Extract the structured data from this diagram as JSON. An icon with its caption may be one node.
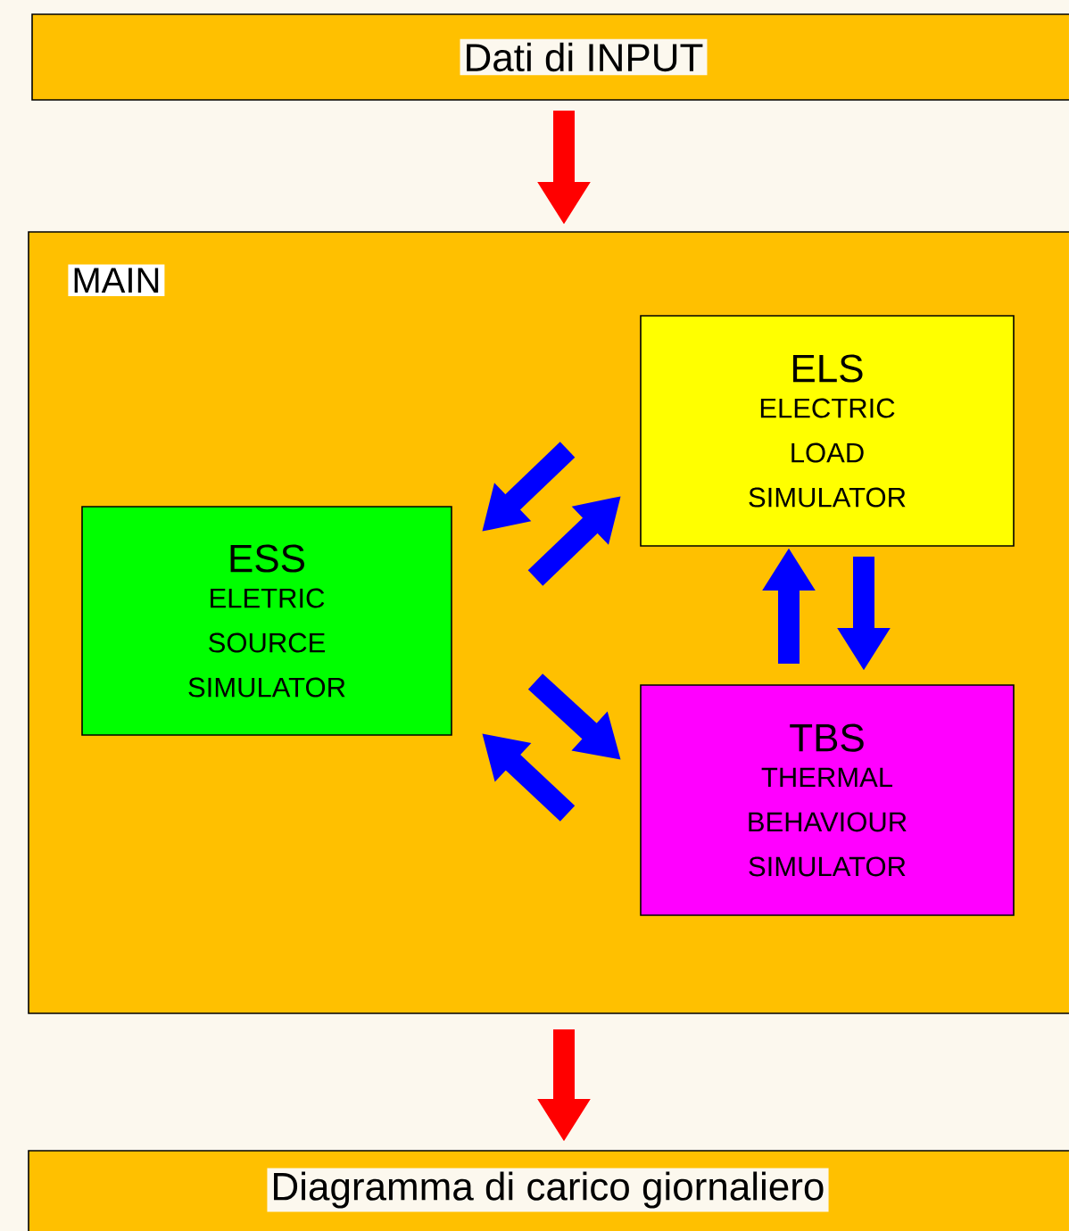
{
  "diagram": {
    "nodes": [
      {
        "text": [
          "Dati di INPUT"
        ]
      },
      {
        "text": [
          "MAIN"
        ]
      },
      {
        "text": [
          "ESS",
          "ELETRIC SOURCE SIMULATOR"
        ],
        "in": 1
      },
      {
        "text": [
          "ELS",
          "ELECTRIC LOAD SIMULATOR"
        ],
        "in": 1
      },
      {
        "text": [
          "TBS",
          "THERMAL BEHAVIOUR SIMULATOR"
        ],
        "in": 1
      },
      {
        "text": [
          "Diagramma di carico giornaliero"
        ]
      }
    ],
    "edges": [
      {
        "from": 0,
        "to": 1,
        "arrow": "to",
        "color": "#ff0000"
      },
      {
        "from": 3,
        "to": 2,
        "arrow": "to"
      },
      {
        "from": 2,
        "to": 3,
        "arrow": "to"
      },
      {
        "from": 2,
        "to": 4,
        "arrow": "to"
      },
      {
        "from": 4,
        "to": 2,
        "arrow": "to"
      },
      {
        "from": 4,
        "to": 3,
        "arrow": "to"
      },
      {
        "from": 3,
        "to": 4,
        "arrow": "to"
      },
      {
        "from": 1,
        "to": 5,
        "arrow": "to",
        "color": "#ff0000"
      }
    ]
  }
}
